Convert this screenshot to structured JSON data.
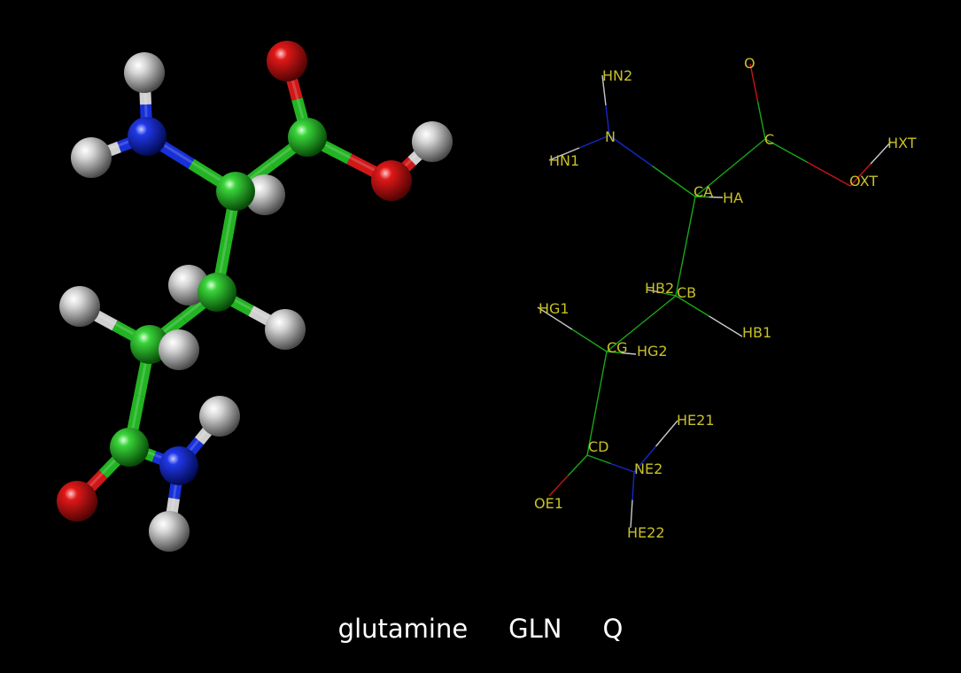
{
  "colors": {
    "background": "#000000",
    "carbon": "#18a818",
    "nitrogen": "#1428c8",
    "oxygen": "#c81414",
    "hydrogen": "#c8c8c8",
    "label": "#c8c028",
    "caption": "#ffffff"
  },
  "caption": {
    "name": "glutamine",
    "code3": "GLN",
    "code1": "Q"
  },
  "schematic": {
    "atoms": [
      {
        "id": "N",
        "element": "N"
      },
      {
        "id": "HN2",
        "element": "H"
      },
      {
        "id": "HN1",
        "element": "H"
      },
      {
        "id": "CA",
        "element": "C"
      },
      {
        "id": "HA",
        "element": "H"
      },
      {
        "id": "C",
        "element": "C"
      },
      {
        "id": "O",
        "element": "O"
      },
      {
        "id": "OXT",
        "element": "O"
      },
      {
        "id": "HXT",
        "element": "H"
      },
      {
        "id": "CB",
        "element": "C"
      },
      {
        "id": "HB2",
        "element": "H"
      },
      {
        "id": "HB1",
        "element": "H"
      },
      {
        "id": "CG",
        "element": "C"
      },
      {
        "id": "HG1",
        "element": "H"
      },
      {
        "id": "HG2",
        "element": "H"
      },
      {
        "id": "CD",
        "element": "C"
      },
      {
        "id": "OE1",
        "element": "O"
      },
      {
        "id": "NE2",
        "element": "N"
      },
      {
        "id": "HE21",
        "element": "H"
      },
      {
        "id": "HE22",
        "element": "H"
      }
    ],
    "bonds": [
      [
        "N",
        "HN2"
      ],
      [
        "N",
        "HN1"
      ],
      [
        "N",
        "CA"
      ],
      [
        "CA",
        "HA"
      ],
      [
        "CA",
        "C"
      ],
      [
        "C",
        "O"
      ],
      [
        "C",
        "OXT"
      ],
      [
        "OXT",
        "HXT"
      ],
      [
        "CA",
        "CB"
      ],
      [
        "CB",
        "HB2"
      ],
      [
        "CB",
        "HB1"
      ],
      [
        "CB",
        "CG"
      ],
      [
        "CG",
        "HG1"
      ],
      [
        "CG",
        "HG2"
      ],
      [
        "CG",
        "CD"
      ],
      [
        "CD",
        "OE1"
      ],
      [
        "CD",
        "NE2"
      ],
      [
        "NE2",
        "HE21"
      ],
      [
        "NE2",
        "HE22"
      ]
    ]
  },
  "ball_and_stick": {
    "atoms": [
      {
        "id": "N",
        "element": "N"
      },
      {
        "id": "HN2",
        "element": "H"
      },
      {
        "id": "HN1",
        "element": "H"
      },
      {
        "id": "CA",
        "element": "C"
      },
      {
        "id": "HA",
        "element": "H"
      },
      {
        "id": "C",
        "element": "C"
      },
      {
        "id": "O",
        "element": "O"
      },
      {
        "id": "OXT",
        "element": "O"
      },
      {
        "id": "HXT",
        "element": "H"
      },
      {
        "id": "CB",
        "element": "C"
      },
      {
        "id": "HB2",
        "element": "H"
      },
      {
        "id": "HB1",
        "element": "H"
      },
      {
        "id": "CG",
        "element": "C"
      },
      {
        "id": "HG1",
        "element": "H"
      },
      {
        "id": "HG2",
        "element": "H"
      },
      {
        "id": "CD",
        "element": "C"
      },
      {
        "id": "OE1",
        "element": "O"
      },
      {
        "id": "NE2",
        "element": "N"
      },
      {
        "id": "HE21",
        "element": "H"
      },
      {
        "id": "HE22",
        "element": "H"
      }
    ],
    "bonds": [
      [
        "N",
        "HN2"
      ],
      [
        "N",
        "HN1"
      ],
      [
        "N",
        "CA"
      ],
      [
        "CA",
        "HA"
      ],
      [
        "CA",
        "C"
      ],
      [
        "C",
        "O"
      ],
      [
        "C",
        "OXT"
      ],
      [
        "OXT",
        "HXT"
      ],
      [
        "CA",
        "CB"
      ],
      [
        "CB",
        "HB2"
      ],
      [
        "CB",
        "HB1"
      ],
      [
        "CB",
        "CG"
      ],
      [
        "CG",
        "HG1"
      ],
      [
        "CG",
        "HG2"
      ],
      [
        "CG",
        "CD"
      ],
      [
        "CD",
        "OE1"
      ],
      [
        "CD",
        "NE2"
      ],
      [
        "NE2",
        "HE21"
      ],
      [
        "NE2",
        "HE22"
      ]
    ]
  }
}
